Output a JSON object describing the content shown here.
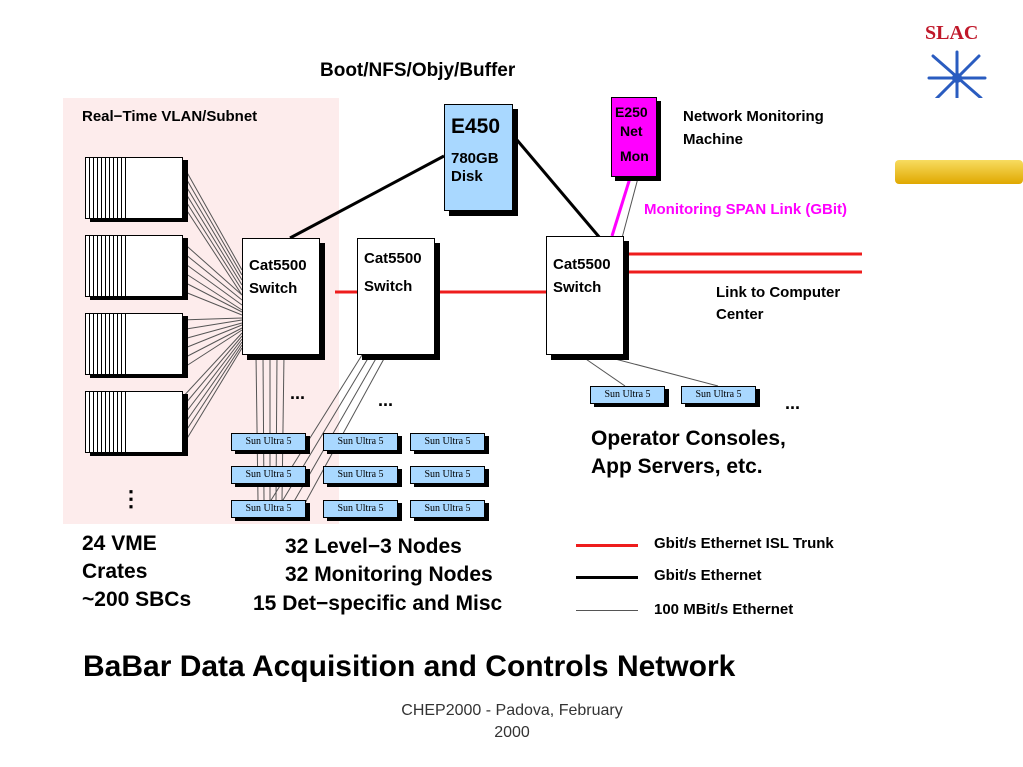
{
  "logo": {
    "text": "SLAC",
    "icon": "slac-star-logo-icon"
  },
  "server_group_label": "Boot/NFS/Objy/Buffer",
  "vlan_label": "Real−Time VLAN/Subnet",
  "e450": {
    "name": "E450",
    "line1": "780GB",
    "line2": "Disk"
  },
  "e250": {
    "line1": "E250",
    "line2": "Net",
    "line3": "Mon"
  },
  "net_mon_label": {
    "line1": "Network Monitoring",
    "line2": "Machine"
  },
  "span_link_label": "Monitoring SPAN Link (GBit)",
  "switches": [
    {
      "line1": "Cat5500",
      "line2": "Switch"
    },
    {
      "line1": "Cat5500",
      "line2": "Switch"
    },
    {
      "line1": "Cat5500",
      "line2": "Switch"
    }
  ],
  "link_label": {
    "line1": "Link to Computer",
    "line2": "Center"
  },
  "node_label": "Sun Ultra 5",
  "ellipsis": "...",
  "vertical_ellipsis": "⋮",
  "consoles_label": {
    "line1": "Operator Consoles,",
    "line2": "App Servers, etc."
  },
  "vme_label": {
    "line1": "24 VME",
    "line2": "Crates",
    "line3": "~200 SBCs"
  },
  "nodes_label": {
    "line1": "32 Level−3 Nodes",
    "line2": "32 Monitoring Nodes",
    "line3": "15 Det−specific and Misc"
  },
  "legend": [
    {
      "label": "Gbit/s Ethernet ISL Trunk",
      "color": "#ee1c1c"
    },
    {
      "label": "Gbit/s Ethernet",
      "color": "#000000"
    },
    {
      "label": "100 MBit/s Ethernet",
      "color": "#555555"
    }
  ],
  "title": "BaBar Data Acquisition and Controls Network",
  "footer": {
    "line1": "CHEP2000 - Padova, February",
    "line2": "2000"
  },
  "colors": {
    "trunk_red": "#ee1c1c",
    "span_magenta": "#ff00ff",
    "e450_blue": "#a9d8ff",
    "e250_magenta": "#ff00ff",
    "vlan_pink": "#fdecec",
    "node_blue": "#a9d8ff",
    "accent_gold": "#f0c020"
  }
}
